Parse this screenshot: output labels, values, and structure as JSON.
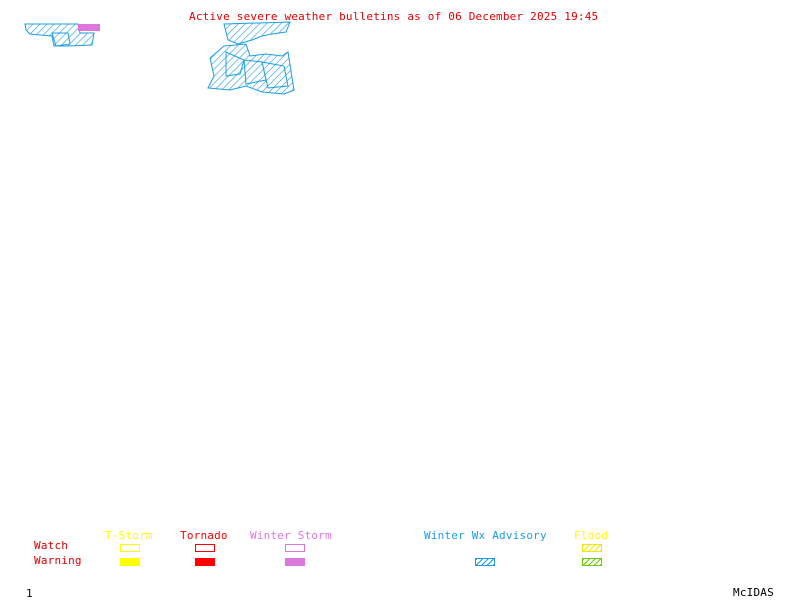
{
  "title": "Active severe weather bulletins as of 06 December 2025 19:45",
  "colors": {
    "title": "#dd0000",
    "tstorm": "#ffff00",
    "tornado": "#ff0000",
    "winter_storm": "#dd77dd",
    "winter_wx_advisory": "#1e9ce0",
    "flood_watch": "#f2e600",
    "flood_warning": "#66cc00",
    "row_label": "#dd0000"
  },
  "legend": {
    "row_labels": {
      "watch": "Watch",
      "warning": "Warning"
    },
    "columns": [
      {
        "id": "tstorm",
        "label": "T-Storm",
        "watch_style": "outline",
        "warning_style": "filled"
      },
      {
        "id": "tornado",
        "label": "Tornado",
        "watch_style": "outline",
        "warning_style": "filled"
      },
      {
        "id": "winter_storm",
        "label": "Winter Storm",
        "watch_style": "outline",
        "warning_style": "filled"
      },
      {
        "id": "winter_wx_advisory",
        "label": "Winter Wx Advisory",
        "watch_style": "none",
        "warning_style": "hatched"
      },
      {
        "id": "flood",
        "label": "Flood",
        "watch_style": "hatched",
        "warning_style": "hatched"
      }
    ]
  },
  "map": {
    "areas": [
      {
        "type": "winter_wx_advisory",
        "region": "northwest"
      },
      {
        "type": "winter_storm_warning",
        "region": "northwest"
      },
      {
        "type": "winter_wx_advisory",
        "region": "north-central"
      }
    ]
  },
  "footer": {
    "frame_number": "1",
    "software": "McIDAS"
  }
}
